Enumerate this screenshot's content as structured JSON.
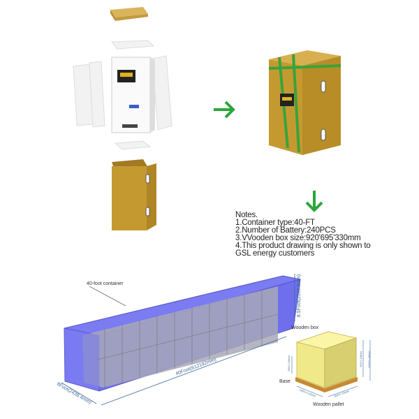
{
  "notes": {
    "title": "Notes.",
    "items": [
      "1.Container type:40-FT",
      "2.Number of Battery:240PCS",
      "3.VVooden box size:920'695'330mm",
      "4.This product drawing is only shown to",
      " GSL energy customers"
    ]
  },
  "container": {
    "label": "40-foot container",
    "length": "40Foot(612192mm)",
    "width": "8Foot(2438.4mm)",
    "height": "8.5Foot(2590.8mm)"
  },
  "pallet": {
    "box_label": "Wooden box",
    "base_label": "Base",
    "pallet_label": "Wooden pallet",
    "dim_base_height": "330+/-10mm",
    "dim_length": "1350+/-10mm",
    "dim_width": "920+/-10mm",
    "dim_box_height": "910+/-10mm",
    "dim_total_height": "1150+/-40mm"
  },
  "colors": {
    "arrow": "#2aa63a",
    "container": "#6b6bf0",
    "cardboard": "#c8a030",
    "pallet_box": "#f0e98a"
  }
}
